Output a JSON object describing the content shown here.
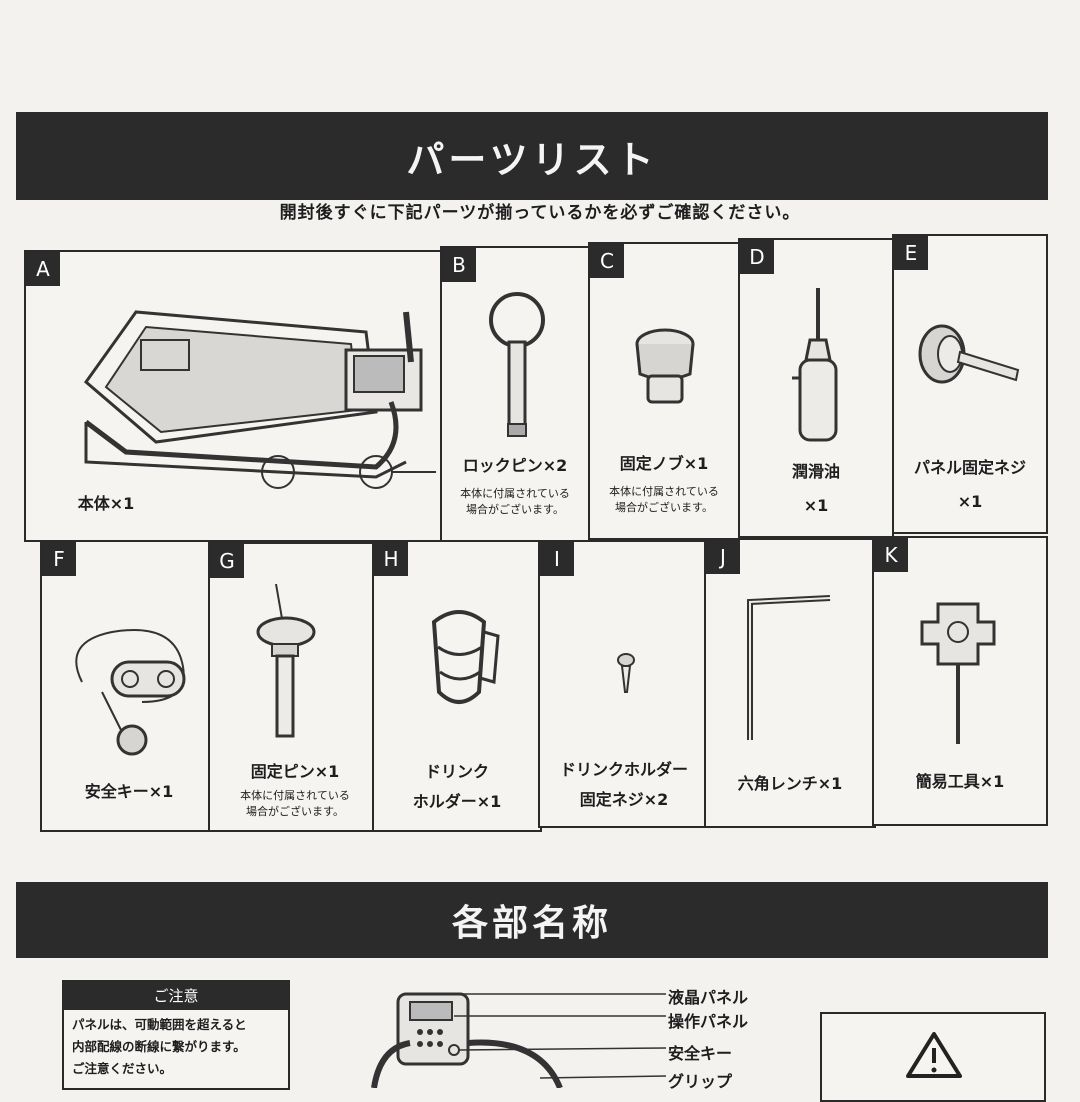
{
  "header": {
    "title": "パーツリスト",
    "subtitle": "開封後すぐに下記パーツが揃っているかを必ずご確認ください。"
  },
  "parts": [
    {
      "letter": "A",
      "name": "本体×1"
    },
    {
      "letter": "B",
      "name": "ロックピン×2",
      "note": [
        "本体に付属されている",
        "場合がございます。"
      ]
    },
    {
      "letter": "C",
      "name": "固定ノブ×1",
      "note": [
        "本体に付属されている",
        "場合がございます。"
      ]
    },
    {
      "letter": "D",
      "name": "潤滑油",
      "name2": "×1"
    },
    {
      "letter": "E",
      "name": "パネル固定ネジ",
      "name2": "×1"
    },
    {
      "letter": "F",
      "name": "安全キー×1"
    },
    {
      "letter": "G",
      "name": "固定ピン×1",
      "note": [
        "本体に付属されている",
        "場合がございます。"
      ]
    },
    {
      "letter": "H",
      "name": "ドリンク",
      "name2": "ホルダー×1"
    },
    {
      "letter": "I",
      "name": "ドリンクホルダー",
      "name2": "固定ネジ×2"
    },
    {
      "letter": "J",
      "name": "六角レンチ×1"
    },
    {
      "letter": "K",
      "name": "簡易工具×1"
    }
  ],
  "section2": {
    "title": "各部名称",
    "caution_title": "ご注意",
    "caution_lines": [
      "パネルは、可動範囲を超えると",
      "内部配線の断線に繋がります。",
      "ご注意ください。"
    ],
    "part_labels": [
      "液晶パネル",
      "操作パネル",
      "安全キー",
      "グリップ"
    ]
  }
}
